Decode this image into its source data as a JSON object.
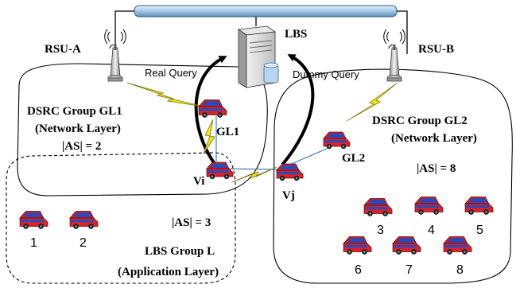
{
  "nodes": {
    "lbs": "LBS",
    "rsu_a": "RSU-A",
    "rsu_b": "RSU-B",
    "gl1_car": "GL1",
    "gl2_car": "GL2",
    "vi": "Vi",
    "vj": "Vj"
  },
  "queries": {
    "real": "Real Query",
    "dummy": "Dummy Query"
  },
  "groups": {
    "gl1": {
      "title": "DSRC Group GL1",
      "layer": "(Network Layer)",
      "as": "|AS| = 2"
    },
    "gl2": {
      "title": "DSRC Group GL2",
      "layer": "(Network Layer)",
      "as": "|AS| = 8"
    },
    "l": {
      "title": "LBS Group L",
      "layer": "(Application Layer)",
      "as": "|AS| = 3"
    }
  },
  "car_numbers": [
    "1",
    "2",
    "3",
    "4",
    "5",
    "6",
    "7",
    "8"
  ],
  "colors": {
    "car_body": "#d8232a",
    "car_window": "#2d48b8",
    "backbone": "#9fc6e6",
    "link": "#4a7fb0",
    "wireless": "#f1e514",
    "line": "#000000"
  },
  "icons": [
    "server-icon",
    "antenna-tower-icon",
    "car-icon",
    "wireless-link-icon"
  ]
}
